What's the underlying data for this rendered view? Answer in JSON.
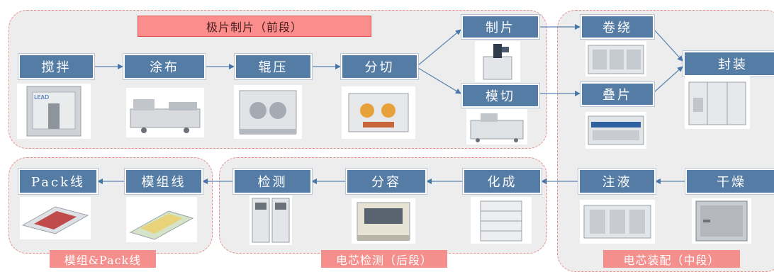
{
  "groups": {
    "electrode": "极片制片（前段）",
    "assembly": "电芯装配（中段）",
    "testing": "电芯检测（后段）",
    "module": "模组&Pack线"
  },
  "steps": {
    "mixing": "搅拌",
    "coating": "涂布",
    "rolling": "辊压",
    "slitting": "分切",
    "making": "制片",
    "die_cutting": "模切",
    "winding": "卷绕",
    "stacking": "叠片",
    "packaging": "封装",
    "drying": "干燥",
    "injection": "注液",
    "formation": "化成",
    "grading": "分容",
    "inspection": "检测",
    "module_line": "模组线",
    "pack_line": "Pack线"
  },
  "logo_text": "LEAD"
}
